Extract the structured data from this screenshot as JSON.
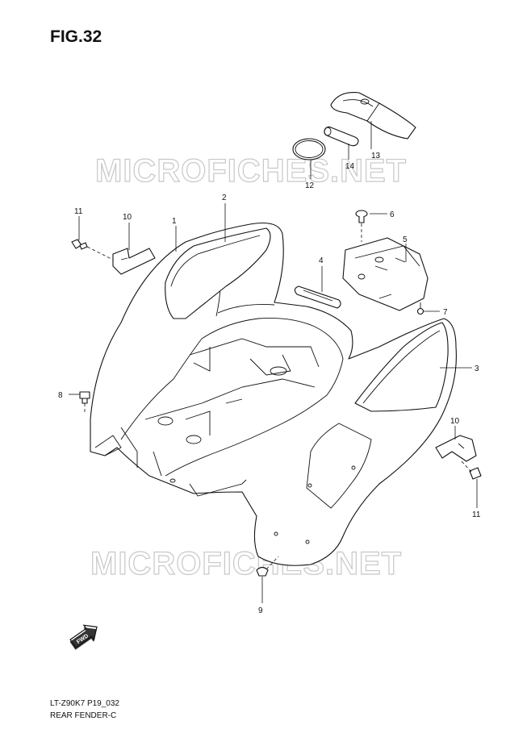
{
  "figure": {
    "title": "FIG.32",
    "code": "LT-Z90K7 P19_032",
    "name": "REAR FENDER-C"
  },
  "watermark": {
    "text": "MICROFICHES.NET",
    "color": "#c8c8c8"
  },
  "fwd_label": "FWD",
  "callouts": [
    "1",
    "2",
    "3",
    "4",
    "5",
    "6",
    "7",
    "8",
    "9",
    "10",
    "10",
    "11",
    "11",
    "12",
    "13",
    "14"
  ]
}
